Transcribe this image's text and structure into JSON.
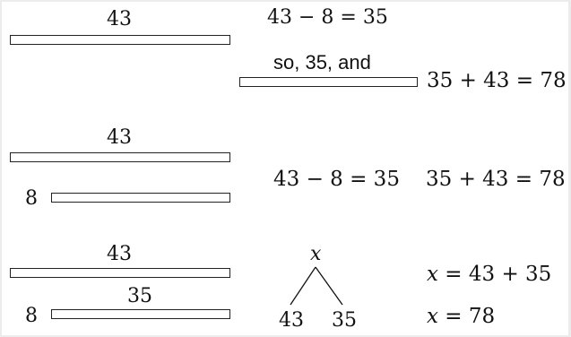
{
  "row1": {
    "bar_label": "43",
    "equation": "43 − 8 = 35",
    "so_text": "so, 35, and",
    "result_equation": "35 + 43 = 78"
  },
  "row2": {
    "top_label": "43",
    "bottom_label": "8",
    "equation_a": "43 − 8 = 35",
    "equation_b": "35 + 43 = 78"
  },
  "row3": {
    "top_label": "43",
    "middle_label": "35",
    "bottom_label": "8",
    "tree": {
      "root": "x",
      "left": "43",
      "right": "35"
    },
    "equation_a": {
      "var": "x",
      "rest": " = 43 + 35"
    },
    "equation_b": {
      "var": "x",
      "rest": " = 78"
    }
  }
}
